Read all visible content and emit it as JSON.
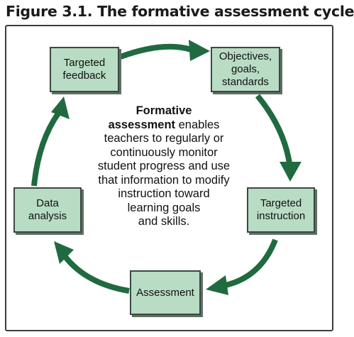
{
  "title": "Figure 3.1. The formative assessment cycle",
  "nodes": {
    "targeted_feedback": "Targeted\nfeedback",
    "objectives": "Objectives,\ngoals,\nstandards",
    "targeted_instruction": "Targeted\ninstruction",
    "assessment": "Assessment",
    "data_analysis": "Data\nanalysis"
  },
  "center": {
    "bold_line1": "Formative",
    "bold_line2": "assessment",
    "rest_line2": " enables",
    "lines": [
      "teachers to regularly or",
      "continuously monitor",
      "student progress and use",
      "that information to modify",
      "instruction toward",
      "learning goals",
      "and skills."
    ]
  },
  "colors": {
    "arrow": "#1f6b3f",
    "box_fill": "#b8dcc4",
    "box_border": "#3a4a40"
  }
}
